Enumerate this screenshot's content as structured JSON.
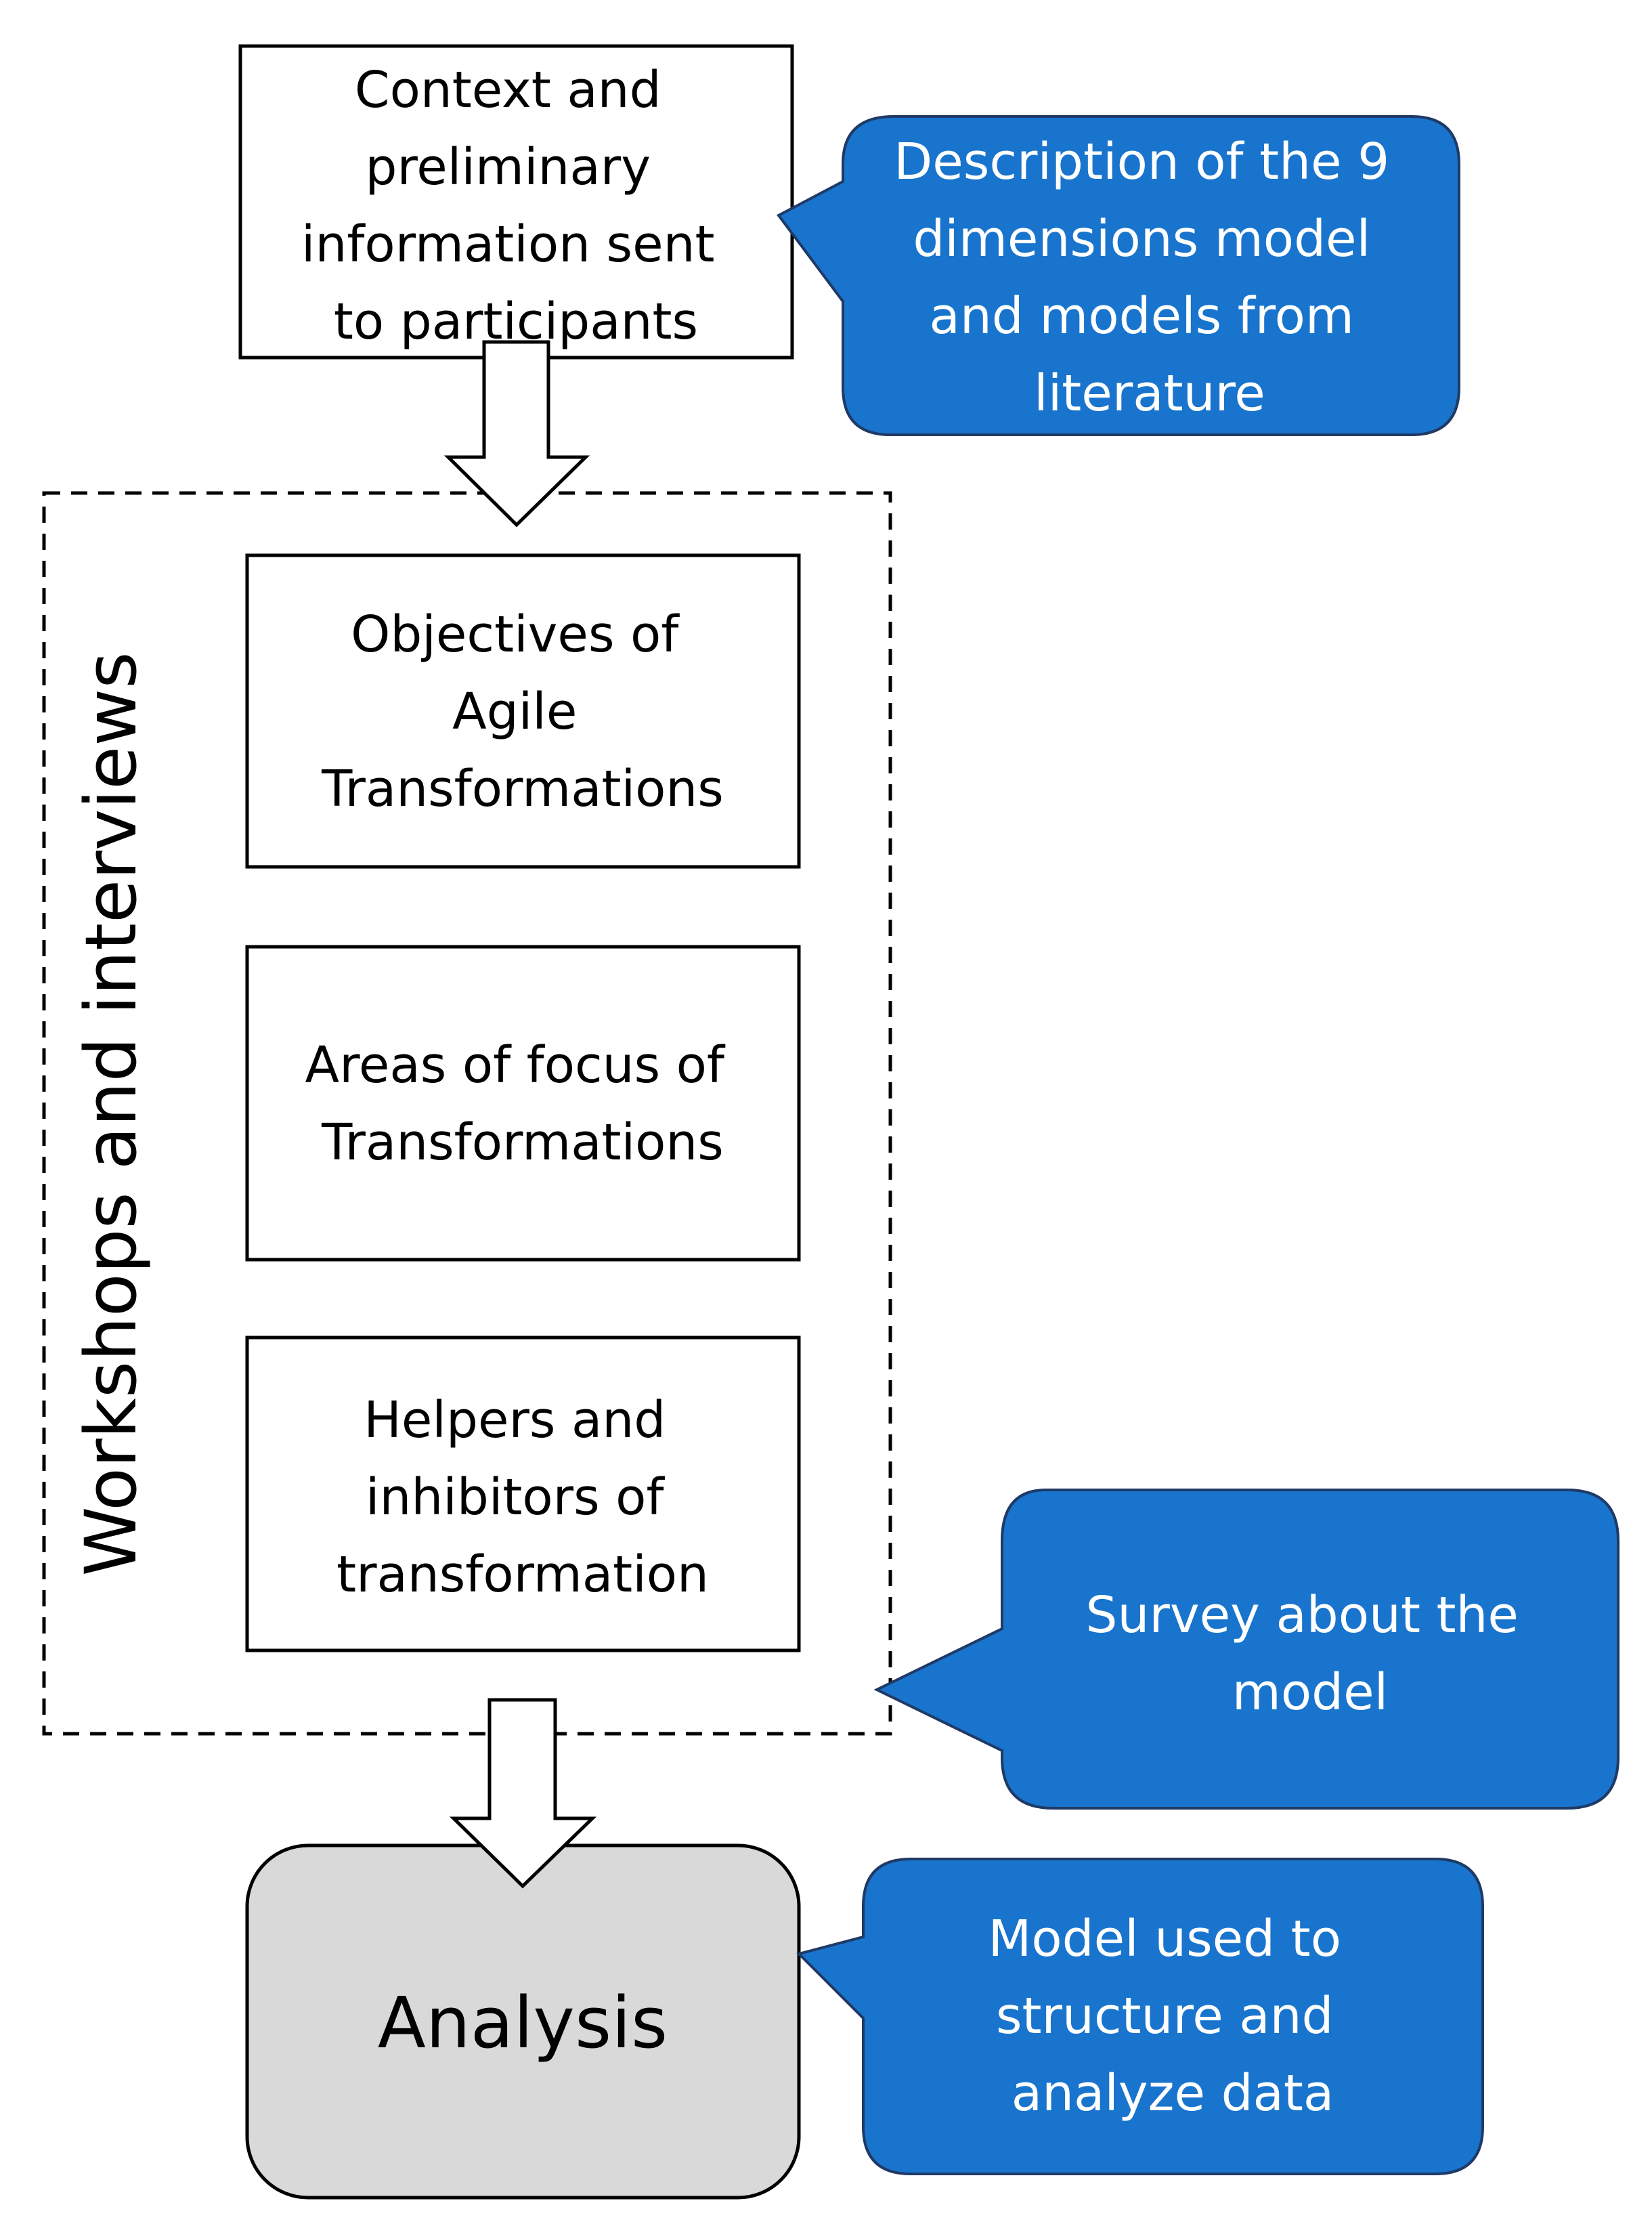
{
  "diagram": {
    "context_box": {
      "lines": [
        "Context and",
        "preliminary",
        "information sent",
        "to participants"
      ]
    },
    "callout_description": {
      "lines": [
        "Description of the 9",
        "dimensions model",
        "and models from",
        "literature"
      ],
      "fill": "#1874CD"
    },
    "group": {
      "label": "Workshops and interviews",
      "border": "dashed"
    },
    "objectives_box": {
      "lines": [
        "Objectives of",
        "Agile",
        "Transformations"
      ]
    },
    "areas_box": {
      "lines": [
        "Areas of focus of",
        "Transformations"
      ]
    },
    "helpers_box": {
      "lines": [
        "Helpers and",
        "inhibitors of",
        "transformation"
      ]
    },
    "callout_survey": {
      "lines": [
        "Survey about the",
        "model"
      ],
      "fill": "#1874CD"
    },
    "analysis_box": {
      "label": "Analysis",
      "fill": "#D9D9D9"
    },
    "callout_model": {
      "lines": [
        "Model used to",
        "structure and",
        "analyze data"
      ],
      "fill": "#1874CD"
    }
  }
}
